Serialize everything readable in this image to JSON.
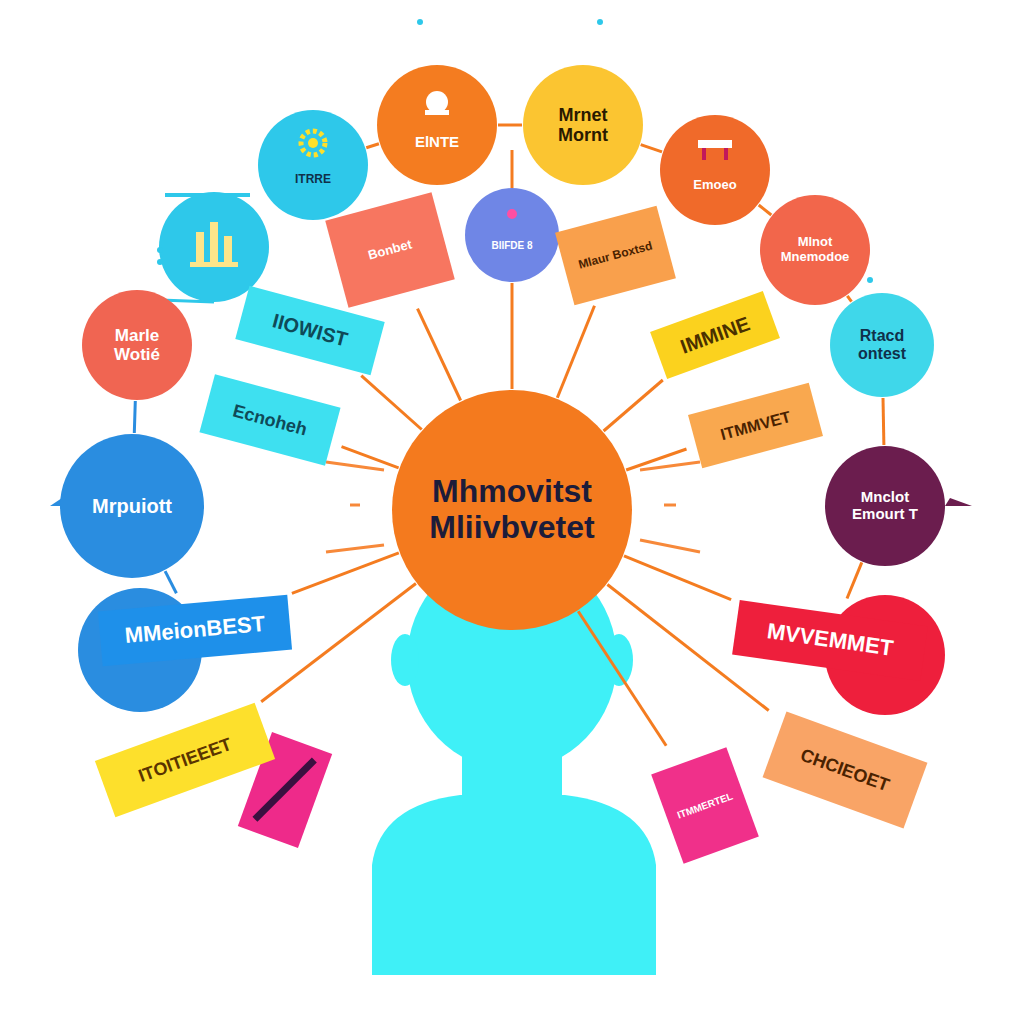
{
  "diagram": {
    "nodes": [
      {
        "text": [
          "ElNTE"
        ]
      },
      {
        "text": [
          "Mrnet Mornt"
        ]
      },
      {
        "text": [
          "ITRRE"
        ]
      },
      {
        "text": [
          "Emoeo"
        ]
      },
      {
        "text": [
          "BIIFDE 8"
        ]
      },
      {
        "text": [
          "Mlnot Mnemodoe"
        ]
      },
      {
        "text": [
          "Bonbet"
        ]
      },
      {
        "text": [
          "Mlaur Boxtsd"
        ]
      },
      {
        "text": [
          "Marle Wotié"
        ]
      },
      {
        "text": [
          "IIOWIST"
        ]
      },
      {
        "text": [
          "IMMINE"
        ]
      },
      {
        "text": [
          "Rtacd ontest"
        ]
      },
      {
        "text": [
          "Ecnoheh"
        ]
      },
      {
        "text": [
          "ITMMVET"
        ]
      },
      {
        "text": [
          "Mhmovitst Mliivbvetet"
        ]
      },
      {
        "text": [
          "Mrpuiott"
        ]
      },
      {
        "text": [
          "Mnclot Emourt T"
        ]
      },
      {
        "text": [
          "MMeionBEST"
        ]
      },
      {
        "text": [
          "MVVEMMET"
        ]
      },
      {
        "text": [
          "ITOITIEEET"
        ]
      },
      {
        "text": [
          "ITMMERTEL"
        ]
      },
      {
        "text": [
          "CHCIEOET"
        ]
      }
    ],
    "edges": [
      {
        "from": 14,
        "to": 6,
        "arrow": "none"
      },
      {
        "from": 14,
        "to": 9,
        "arrow": "none"
      },
      {
        "from": 14,
        "to": 12,
        "arrow": "none"
      },
      {
        "from": 14,
        "to": 7,
        "arrow": "none"
      },
      {
        "from": 14,
        "to": 10,
        "arrow": "none"
      },
      {
        "from": 14,
        "to": 13,
        "arrow": "none"
      },
      {
        "from": 14,
        "to": 4,
        "arrow": "none"
      },
      {
        "from": 14,
        "to": 17,
        "arrow": "none"
      },
      {
        "from": 14,
        "to": 18,
        "arrow": "none"
      },
      {
        "from": 14,
        "to": 19,
        "arrow": "none"
      },
      {
        "from": 14,
        "to": 20,
        "arrow": "none"
      },
      {
        "from": 14,
        "to": 21,
        "arrow": "none"
      },
      {
        "from": 2,
        "to": 0,
        "arrow": "none"
      },
      {
        "from": 0,
        "to": 1,
        "arrow": "none"
      },
      {
        "from": 1,
        "to": 3,
        "arrow": "none"
      },
      {
        "from": 3,
        "to": 5,
        "arrow": "none"
      },
      {
        "from": 5,
        "to": 11,
        "arrow": "none"
      },
      {
        "from": 8,
        "to": 15,
        "arrow": "none"
      },
      {
        "from": 15,
        "to": 17,
        "arrow": "none"
      },
      {
        "from": 11,
        "to": 16,
        "arrow": "none"
      },
      {
        "from": 16,
        "to": 18,
        "arrow": "none"
      }
    ]
  }
}
